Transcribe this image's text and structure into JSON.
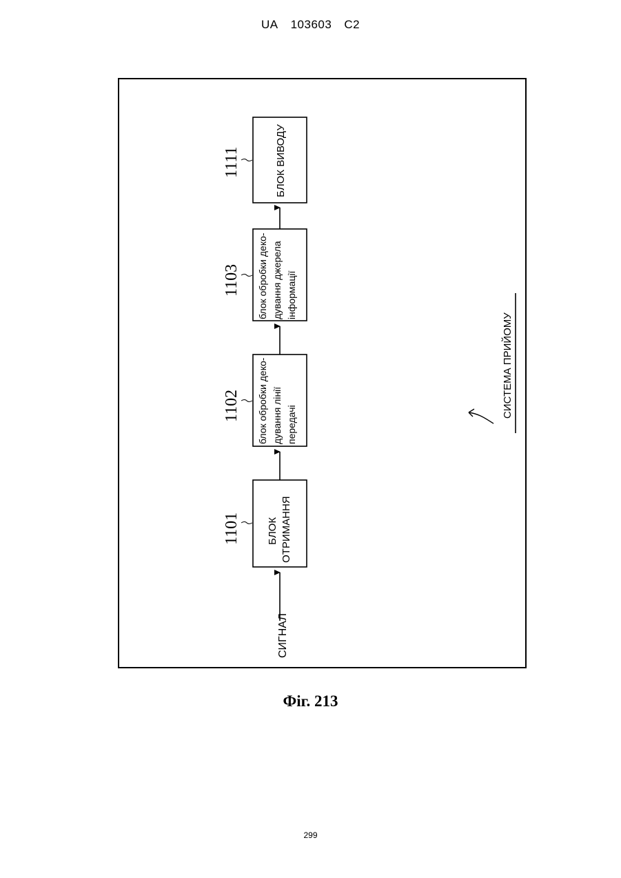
{
  "header": {
    "country": "UA",
    "number": "103603",
    "kind": "C2"
  },
  "diagram": {
    "input_label": "СИГНАЛ",
    "system_label": "СИСТЕМА ПРИЙОМУ",
    "blocks": [
      {
        "ref": "1101",
        "lines": [
          "БЛОК",
          "ОТРИМАННЯ"
        ]
      },
      {
        "ref": "1102",
        "lines": [
          "блок обробки деко-",
          "дування лінії",
          "передачі"
        ]
      },
      {
        "ref": "1103",
        "lines": [
          "блок обробки деко-",
          "дування джерела",
          "інформації"
        ]
      },
      {
        "ref": "1111",
        "lines": [
          "БЛОК ВИВОДУ"
        ]
      }
    ]
  },
  "figure_caption": "Фіг. 213",
  "page_number": "299"
}
